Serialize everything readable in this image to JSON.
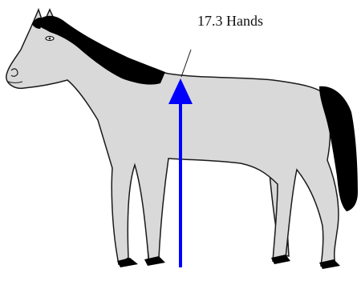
{
  "measurement": {
    "label": "17.3 Hands",
    "value": 17.3,
    "unit": "Hands"
  },
  "colors": {
    "body_fill": "#d9d9d9",
    "outline": "#1a1a1a",
    "mane_tail": "#000000",
    "arrow": "#0000ff",
    "background": "#ffffff"
  },
  "icons": [
    "horse-illustration",
    "up-arrow-icon",
    "leader-line"
  ]
}
